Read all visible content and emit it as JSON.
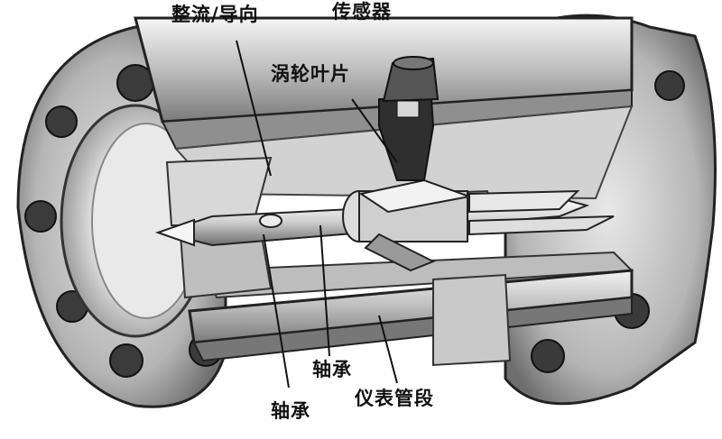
{
  "diagram": {
    "labels": {
      "rectifier": "整流/导向",
      "sensor": "传感器",
      "turbine_blade": "涡轮叶片",
      "bearing_inner": "轴承",
      "bearing_outer": "轴承",
      "meter_tube": "仪表管段"
    }
  }
}
